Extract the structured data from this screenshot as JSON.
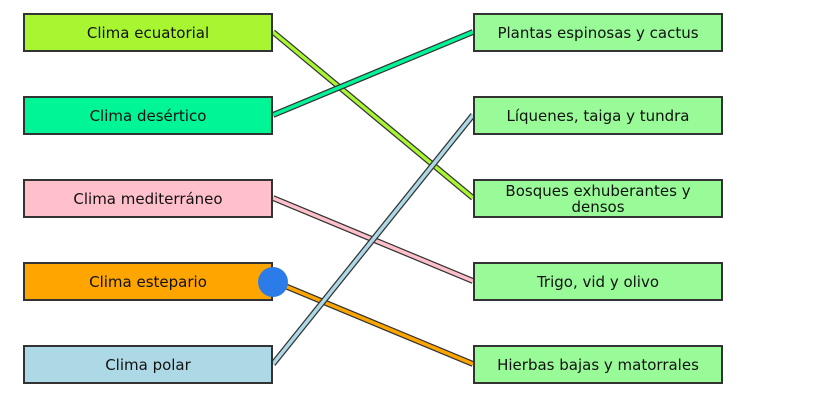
{
  "left_items": [
    {
      "label": "Clima ecuatorial",
      "color": "#a8f531"
    },
    {
      "label": "Clima desértico",
      "color": "#00f596"
    },
    {
      "label": "Clima mediterráneo",
      "color": "#ffc0cb"
    },
    {
      "label": "Clima estepario",
      "color": "#ffa500"
    },
    {
      "label": "Clima polar",
      "color": "#add8e6"
    }
  ],
  "right_items": [
    {
      "label": "Plantas espinosas y cactus"
    },
    {
      "label": "Líquenes, taiga y tundra"
    },
    {
      "label": "Bosques exhuberantes y densos"
    },
    {
      "label": "Trigo, vid y olivo"
    },
    {
      "label": "Hierbas bajas y matorrales"
    }
  ],
  "right_box_color": "#98fb98",
  "connections": [
    {
      "from": 0,
      "to": 2
    },
    {
      "from": 1,
      "to": 0
    },
    {
      "from": 2,
      "to": 3
    },
    {
      "from": 3,
      "to": 4
    },
    {
      "from": 4,
      "to": 1
    }
  ],
  "drag_handle": {
    "item": 3,
    "color": "#2b7ce9"
  }
}
